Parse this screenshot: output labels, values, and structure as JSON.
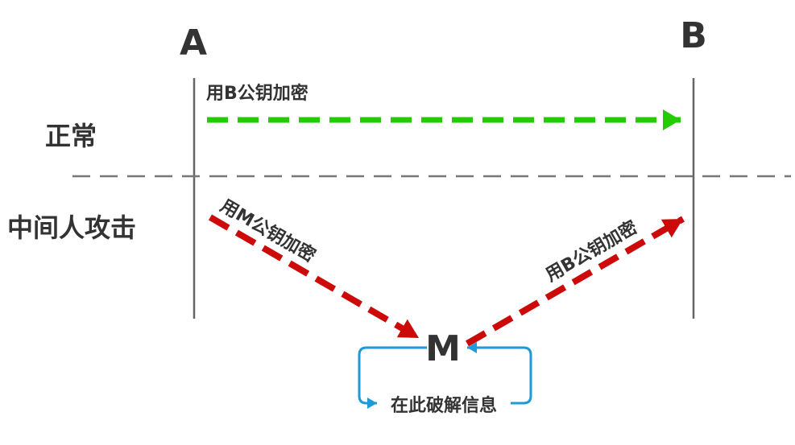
{
  "parties": {
    "a": "A",
    "b": "B",
    "m": "M"
  },
  "rows": {
    "normal": "正常",
    "mitm": "中间人攻击"
  },
  "edges": {
    "normal_label": "用B公钥加密",
    "a_to_m_label": "用M公钥加密",
    "m_to_b_label": "用B公钥加密",
    "crack_label": "在此破解信息"
  },
  "colors": {
    "normal_arrow": "#22cc00",
    "attack_arrow": "#cc0a0a",
    "loop_arrow": "#1e9ad6",
    "lifeline": "#666666",
    "divider": "#777777",
    "text": "#333333"
  }
}
